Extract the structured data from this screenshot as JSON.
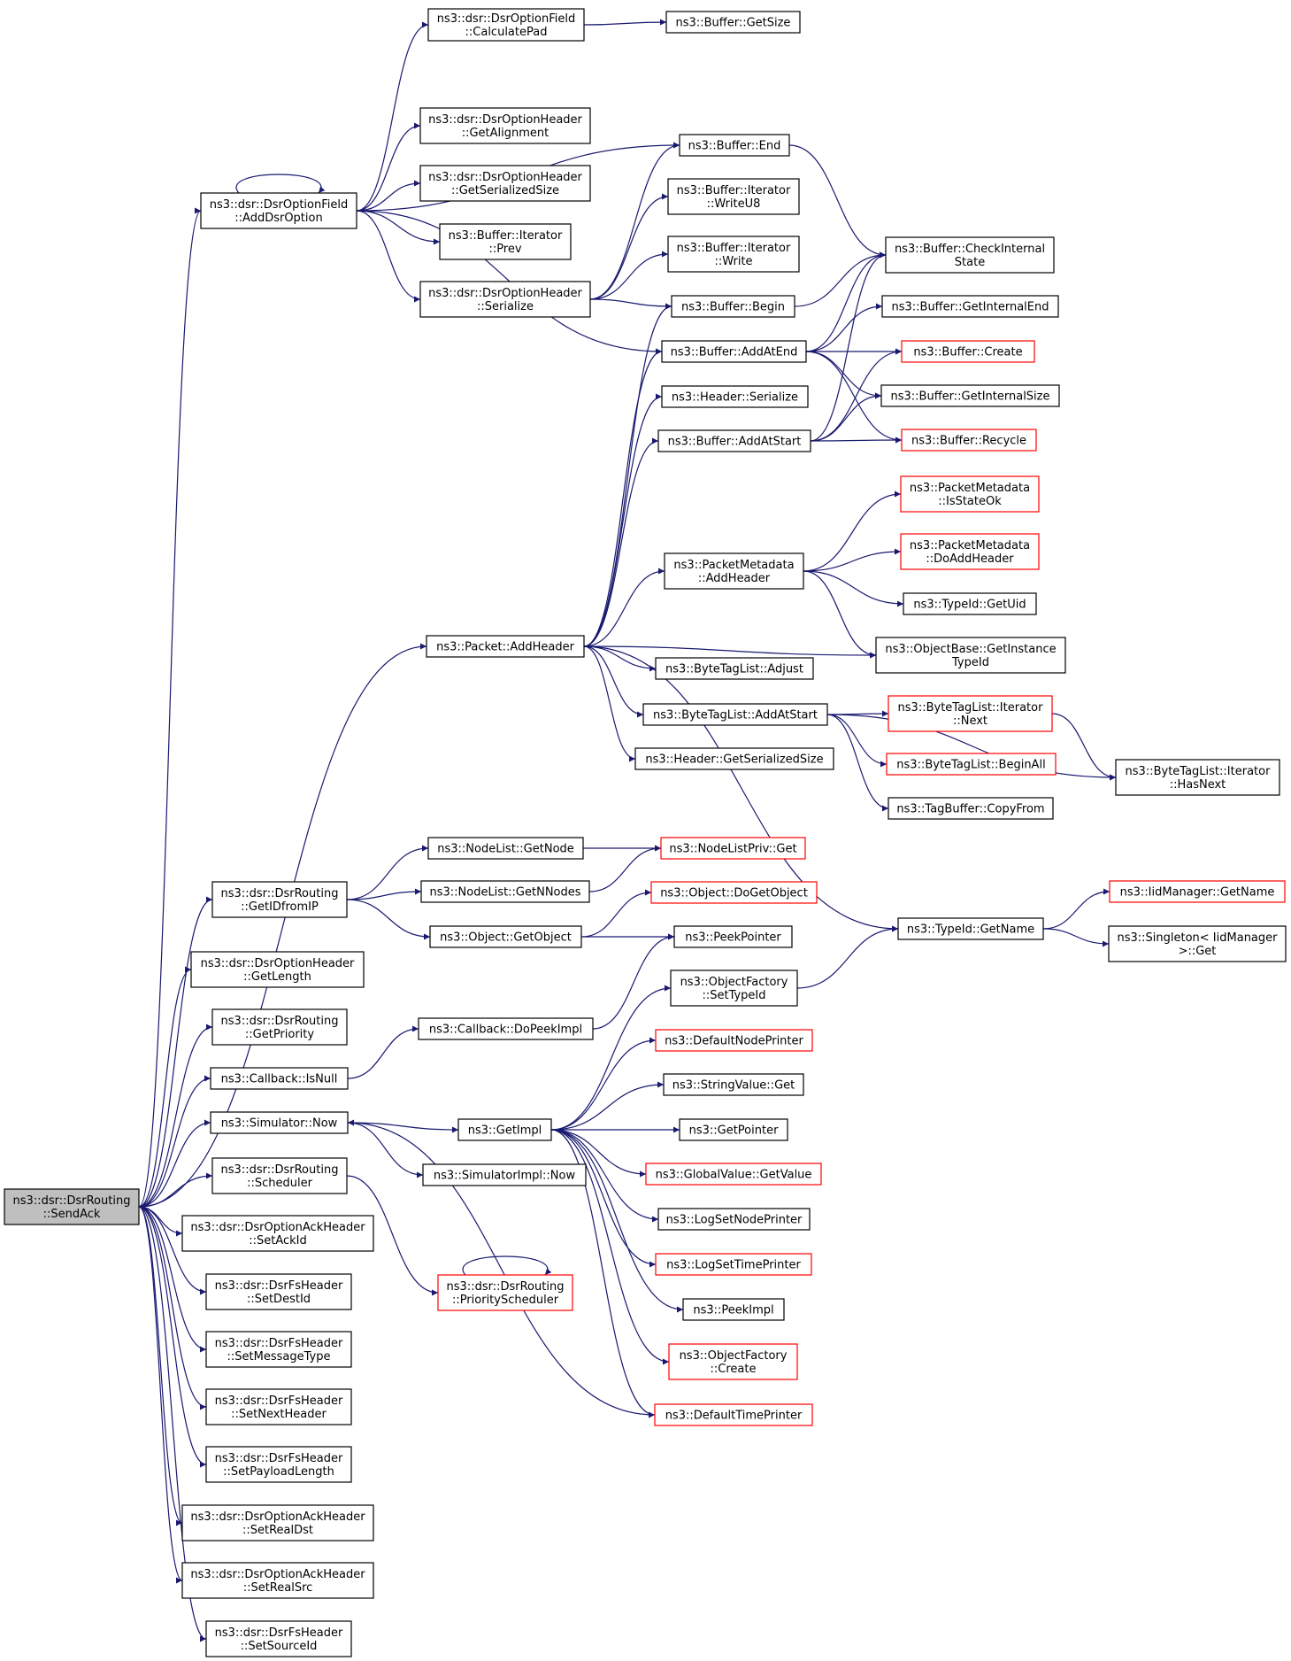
{
  "colors": {
    "edge": "#191970",
    "node_border": "#000000",
    "truncated_border": "#ff0000",
    "root_fill": "#bfbfbf"
  },
  "nodes": [
    {
      "id": "sendack",
      "lines": [
        "ns3::dsr::DsrRouting",
        "::SendAck"
      ],
      "root": true
    },
    {
      "id": "adddsroption",
      "lines": [
        "ns3::dsr::DsrOptionField",
        "::AddDsrOption"
      ]
    },
    {
      "id": "calculatepad",
      "lines": [
        "ns3::dsr::DsrOptionField",
        "::CalculatePad"
      ]
    },
    {
      "id": "getalignment",
      "lines": [
        "ns3::dsr::DsrOptionHeader",
        "::GetAlignment"
      ]
    },
    {
      "id": "getserializedsize",
      "lines": [
        "ns3::dsr::DsrOptionHeader",
        "::GetSerializedSize"
      ]
    },
    {
      "id": "iterprev",
      "lines": [
        "ns3::Buffer::Iterator",
        "::Prev"
      ]
    },
    {
      "id": "optserialize",
      "lines": [
        "ns3::dsr::DsrOptionHeader",
        "::Serialize"
      ]
    },
    {
      "id": "bufgetsize",
      "lines": [
        "ns3::Buffer::GetSize"
      ]
    },
    {
      "id": "bufend",
      "lines": [
        "ns3::Buffer::End"
      ]
    },
    {
      "id": "writeu8",
      "lines": [
        "ns3::Buffer::Iterator",
        "::WriteU8"
      ]
    },
    {
      "id": "iterwrite",
      "lines": [
        "ns3::Buffer::Iterator",
        "::Write"
      ]
    },
    {
      "id": "bufbegin",
      "lines": [
        "ns3::Buffer::Begin"
      ]
    },
    {
      "id": "addatend",
      "lines": [
        "ns3::Buffer::AddAtEnd"
      ]
    },
    {
      "id": "checkinternal",
      "lines": [
        "ns3::Buffer::CheckInternal",
        "State"
      ]
    },
    {
      "id": "getinternalend",
      "lines": [
        "ns3::Buffer::GetInternalEnd"
      ]
    },
    {
      "id": "bufcreate",
      "lines": [
        "ns3::Buffer::Create"
      ],
      "truncated": true
    },
    {
      "id": "getinternalsize",
      "lines": [
        "ns3::Buffer::GetInternalSize"
      ]
    },
    {
      "id": "bufrecycle",
      "lines": [
        "ns3::Buffer::Recycle"
      ],
      "truncated": true
    },
    {
      "id": "hdrserialize",
      "lines": [
        "ns3::Header::Serialize"
      ]
    },
    {
      "id": "addatstart",
      "lines": [
        "ns3::Buffer::AddAtStart"
      ]
    },
    {
      "id": "isstateok",
      "lines": [
        "ns3::PacketMetadata",
        "::IsStateOk"
      ],
      "truncated": true
    },
    {
      "id": "doaddheader",
      "lines": [
        "ns3::PacketMetadata",
        "::DoAddHeader"
      ],
      "truncated": true
    },
    {
      "id": "pmaddheader",
      "lines": [
        "ns3::PacketMetadata",
        "::AddHeader"
      ]
    },
    {
      "id": "getuid",
      "lines": [
        "ns3::TypeId::GetUid"
      ]
    },
    {
      "id": "getinstancetypeid",
      "lines": [
        "ns3::ObjectBase::GetInstance",
        "TypeId"
      ]
    },
    {
      "id": "pktaddheader",
      "lines": [
        "ns3::Packet::AddHeader"
      ]
    },
    {
      "id": "btladjust",
      "lines": [
        "ns3::ByteTagList::Adjust"
      ]
    },
    {
      "id": "btladdatstart",
      "lines": [
        "ns3::ByteTagList::AddAtStart"
      ]
    },
    {
      "id": "btlnext",
      "lines": [
        "ns3::ByteTagList::Iterator",
        "::Next"
      ],
      "truncated": true
    },
    {
      "id": "btlbeginall",
      "lines": [
        "ns3::ByteTagList::BeginAll"
      ],
      "truncated": true
    },
    {
      "id": "tagcopyfrom",
      "lines": [
        "ns3::TagBuffer::CopyFrom"
      ]
    },
    {
      "id": "btlhasnext",
      "lines": [
        "ns3::ByteTagList::Iterator",
        "::HasNext"
      ]
    },
    {
      "id": "hdrgetserializedsize",
      "lines": [
        "ns3::Header::GetSerializedSize"
      ]
    },
    {
      "id": "getidfromip",
      "lines": [
        "ns3::dsr::DsrRouting",
        "::GetIDfromIP"
      ]
    },
    {
      "id": "nlgetnode",
      "lines": [
        "ns3::NodeList::GetNode"
      ]
    },
    {
      "id": "nlgetnnodes",
      "lines": [
        "ns3::NodeList::GetNNodes"
      ]
    },
    {
      "id": "nodelistprivget",
      "lines": [
        "ns3::NodeListPriv::Get"
      ],
      "truncated": true
    },
    {
      "id": "objdogetobject",
      "lines": [
        "ns3::Object::DoGetObject"
      ],
      "truncated": true
    },
    {
      "id": "objgetobject",
      "lines": [
        "ns3::Object::GetObject"
      ]
    },
    {
      "id": "peekpointer",
      "lines": [
        "ns3::PeekPointer"
      ]
    },
    {
      "id": "iidgetname",
      "lines": [
        "ns3::IidManager::GetName"
      ],
      "truncated": true
    },
    {
      "id": "typeidgetname",
      "lines": [
        "ns3::TypeId::GetName"
      ]
    },
    {
      "id": "singletonget",
      "lines": [
        "ns3::Singleton< IidManager",
        ">::Get"
      ]
    },
    {
      "id": "getlength",
      "lines": [
        "ns3::dsr::DsrOptionHeader",
        "::GetLength"
      ]
    },
    {
      "id": "getpriority",
      "lines": [
        "ns3::dsr::DsrRouting",
        "::GetPriority"
      ]
    },
    {
      "id": "dopeekimpl",
      "lines": [
        "ns3::Callback::DoPeekImpl"
      ]
    },
    {
      "id": "isnull",
      "lines": [
        "ns3::Callback::IsNull"
      ]
    },
    {
      "id": "settypeid",
      "lines": [
        "ns3::ObjectFactory",
        "::SetTypeId"
      ]
    },
    {
      "id": "defaultnodeprinter",
      "lines": [
        "ns3::DefaultNodePrinter"
      ],
      "truncated": true
    },
    {
      "id": "stringvalueget",
      "lines": [
        "ns3::StringValue::Get"
      ]
    },
    {
      "id": "simnow",
      "lines": [
        "ns3::Simulator::Now"
      ]
    },
    {
      "id": "getimpl",
      "lines": [
        "ns3::GetImpl"
      ]
    },
    {
      "id": "getpointer",
      "lines": [
        "ns3::GetPointer"
      ]
    },
    {
      "id": "simimplnow",
      "lines": [
        "ns3::SimulatorImpl::Now"
      ]
    },
    {
      "id": "globalvaluegetvalue",
      "lines": [
        "ns3::GlobalValue::GetValue"
      ],
      "truncated": true
    },
    {
      "id": "scheduler",
      "lines": [
        "ns3::dsr::DsrRouting",
        "::Scheduler"
      ]
    },
    {
      "id": "logsetnodeprinter",
      "lines": [
        "ns3::LogSetNodePrinter"
      ]
    },
    {
      "id": "logsettimeprinter",
      "lines": [
        "ns3::LogSetTimePrinter"
      ],
      "truncated": true
    },
    {
      "id": "priorityscheduler",
      "lines": [
        "ns3::dsr::DsrRouting",
        "::PriorityScheduler"
      ],
      "truncated": true
    },
    {
      "id": "peekimpl",
      "lines": [
        "ns3::PeekImpl"
      ]
    },
    {
      "id": "objfactorycreate",
      "lines": [
        "ns3::ObjectFactory",
        "::Create"
      ],
      "truncated": true
    },
    {
      "id": "defaulttimeprinter",
      "lines": [
        "ns3::DefaultTimePrinter"
      ],
      "truncated": true
    },
    {
      "id": "setackid",
      "lines": [
        "ns3::dsr::DsrOptionAckHeader",
        "::SetAckId"
      ]
    },
    {
      "id": "setdestid",
      "lines": [
        "ns3::dsr::DsrFsHeader",
        "::SetDestId"
      ]
    },
    {
      "id": "setmessagetype",
      "lines": [
        "ns3::dsr::DsrFsHeader",
        "::SetMessageType"
      ]
    },
    {
      "id": "setnextheader",
      "lines": [
        "ns3::dsr::DsrFsHeader",
        "::SetNextHeader"
      ]
    },
    {
      "id": "setpayloadlength",
      "lines": [
        "ns3::dsr::DsrFsHeader",
        "::SetPayloadLength"
      ]
    },
    {
      "id": "setrealdst",
      "lines": [
        "ns3::dsr::DsrOptionAckHeader",
        "::SetRealDst"
      ]
    },
    {
      "id": "setrealsrc",
      "lines": [
        "ns3::dsr::DsrOptionAckHeader",
        "::SetRealSrc"
      ]
    },
    {
      "id": "setsourceid",
      "lines": [
        "ns3::dsr::DsrFsHeader",
        "::SetSourceId"
      ]
    }
  ],
  "edges": [
    [
      "sendack",
      "adddsroption"
    ],
    [
      "sendack",
      "pktaddheader"
    ],
    [
      "sendack",
      "getidfromip"
    ],
    [
      "sendack",
      "getlength"
    ],
    [
      "sendack",
      "getpriority"
    ],
    [
      "sendack",
      "isnull"
    ],
    [
      "sendack",
      "simnow"
    ],
    [
      "sendack",
      "scheduler"
    ],
    [
      "sendack",
      "setackid"
    ],
    [
      "sendack",
      "setdestid"
    ],
    [
      "sendack",
      "setmessagetype"
    ],
    [
      "sendack",
      "setnextheader"
    ],
    [
      "sendack",
      "setpayloadlength"
    ],
    [
      "sendack",
      "setrealdst"
    ],
    [
      "sendack",
      "setrealsrc"
    ],
    [
      "sendack",
      "setsourceid"
    ],
    [
      "adddsroption",
      "adddsroption"
    ],
    [
      "adddsroption",
      "calculatepad"
    ],
    [
      "adddsroption",
      "bufend"
    ],
    [
      "adddsroption",
      "getalignment"
    ],
    [
      "adddsroption",
      "getserializedsize"
    ],
    [
      "adddsroption",
      "iterprev"
    ],
    [
      "adddsroption",
      "optserialize"
    ],
    [
      "adddsroption",
      "addatend"
    ],
    [
      "calculatepad",
      "bufgetsize"
    ],
    [
      "optserialize",
      "bufend"
    ],
    [
      "optserialize",
      "writeu8"
    ],
    [
      "optserialize",
      "iterwrite"
    ],
    [
      "optserialize",
      "bufbegin"
    ],
    [
      "bufend",
      "checkinternal"
    ],
    [
      "bufbegin",
      "checkinternal"
    ],
    [
      "addatend",
      "checkinternal"
    ],
    [
      "addatend",
      "getinternalend"
    ],
    [
      "addatend",
      "bufcreate"
    ],
    [
      "addatend",
      "getinternalsize"
    ],
    [
      "addatend",
      "bufrecycle"
    ],
    [
      "addatstart",
      "checkinternal"
    ],
    [
      "addatstart",
      "bufcreate"
    ],
    [
      "addatstart",
      "getinternalsize"
    ],
    [
      "addatstart",
      "bufrecycle"
    ],
    [
      "pktaddheader",
      "bufbegin"
    ],
    [
      "pktaddheader",
      "addatend"
    ],
    [
      "pktaddheader",
      "hdrserialize"
    ],
    [
      "pktaddheader",
      "addatstart"
    ],
    [
      "pktaddheader",
      "pmaddheader"
    ],
    [
      "pktaddheader",
      "getinstancetypeid"
    ],
    [
      "pktaddheader",
      "btladjust"
    ],
    [
      "pktaddheader",
      "btladdatstart"
    ],
    [
      "pktaddheader",
      "hdrgetserializedsize"
    ],
    [
      "pktaddheader",
      "typeidgetname"
    ],
    [
      "pmaddheader",
      "isstateok"
    ],
    [
      "pmaddheader",
      "doaddheader"
    ],
    [
      "pmaddheader",
      "getuid"
    ],
    [
      "pmaddheader",
      "getinstancetypeid"
    ],
    [
      "btladdatstart",
      "btlnext"
    ],
    [
      "btladdatstart",
      "btlbeginall"
    ],
    [
      "btladdatstart",
      "tagcopyfrom"
    ],
    [
      "btladdatstart",
      "btlhasnext"
    ],
    [
      "btlnext",
      "btlhasnext"
    ],
    [
      "getidfromip",
      "nlgetnode"
    ],
    [
      "getidfromip",
      "nlgetnnodes"
    ],
    [
      "getidfromip",
      "objgetobject"
    ],
    [
      "nlgetnode",
      "nodelistprivget"
    ],
    [
      "nlgetnnodes",
      "nodelistprivget"
    ],
    [
      "objgetobject",
      "objdogetobject"
    ],
    [
      "objgetobject",
      "peekpointer"
    ],
    [
      "typeidgetname",
      "iidgetname"
    ],
    [
      "typeidgetname",
      "singletonget"
    ],
    [
      "isnull",
      "dopeekimpl"
    ],
    [
      "dopeekimpl",
      "peekpointer"
    ],
    [
      "simnow",
      "getimpl"
    ],
    [
      "simnow",
      "simimplnow"
    ],
    [
      "getimpl",
      "settypeid"
    ],
    [
      "getimpl",
      "defaultnodeprinter"
    ],
    [
      "getimpl",
      "stringvalueget"
    ],
    [
      "getimpl",
      "getpointer"
    ],
    [
      "getimpl",
      "globalvaluegetvalue"
    ],
    [
      "getimpl",
      "logsetnodeprinter"
    ],
    [
      "getimpl",
      "logsettimeprinter"
    ],
    [
      "getimpl",
      "peekimpl"
    ],
    [
      "getimpl",
      "objfactorycreate"
    ],
    [
      "getimpl",
      "defaulttimeprinter"
    ],
    [
      "settypeid",
      "typeidgetname"
    ],
    [
      "defaulttimeprinter",
      "simnow"
    ],
    [
      "scheduler",
      "priorityscheduler"
    ],
    [
      "priorityscheduler",
      "priorityscheduler"
    ]
  ]
}
